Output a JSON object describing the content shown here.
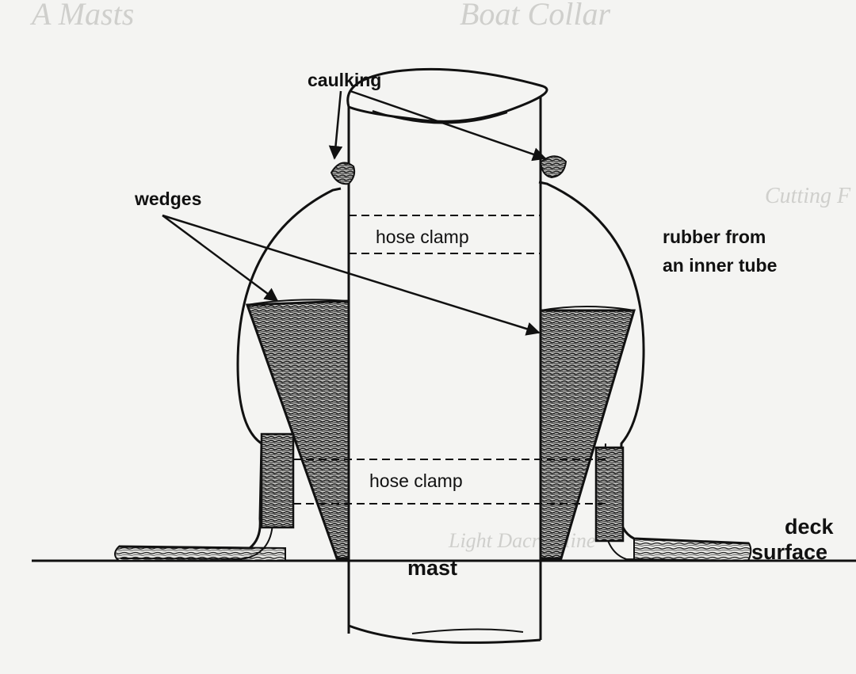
{
  "labels": {
    "caulking": "caulking",
    "wedges": "wedges",
    "hose_clamp_top": "hose clamp",
    "rubber_line1": "rubber from",
    "rubber_line2": "an inner tube",
    "hose_clamp_bottom": "hose clamp",
    "deck_line1": "deck",
    "deck_line2": "surface",
    "mast": "mast"
  },
  "background_page": {
    "heading_left": "A Masts",
    "heading_right": "Boat Collar",
    "heading_side": "Cutting F",
    "subheading": "Light Dacron line"
  },
  "colors": {
    "ink": "#111111",
    "paper": "#f4f4f2",
    "bleed_through": "#c9c9c6"
  }
}
